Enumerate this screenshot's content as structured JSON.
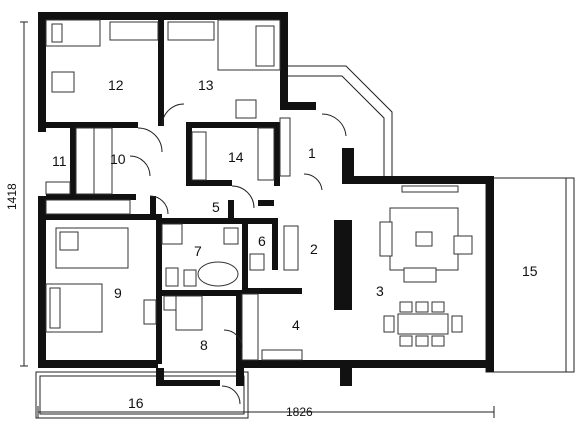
{
  "plan": {
    "rooms": [
      {
        "id": "room-1",
        "label": "1"
      },
      {
        "id": "room-2",
        "label": "2"
      },
      {
        "id": "room-3",
        "label": "3"
      },
      {
        "id": "room-4",
        "label": "4"
      },
      {
        "id": "room-5",
        "label": "5"
      },
      {
        "id": "room-6",
        "label": "6"
      },
      {
        "id": "room-7",
        "label": "7"
      },
      {
        "id": "room-8",
        "label": "8"
      },
      {
        "id": "room-9",
        "label": "9"
      },
      {
        "id": "room-10",
        "label": "10"
      },
      {
        "id": "room-11",
        "label": "11"
      },
      {
        "id": "room-12",
        "label": "12"
      },
      {
        "id": "room-13",
        "label": "13"
      },
      {
        "id": "room-14",
        "label": "14"
      },
      {
        "id": "room-15",
        "label": "15"
      },
      {
        "id": "room-16",
        "label": "16"
      }
    ],
    "dimensions": {
      "width": "1826",
      "height": "1418"
    },
    "colors": {
      "wall": "#111111",
      "line": "#222222",
      "background": "#ffffff"
    }
  }
}
